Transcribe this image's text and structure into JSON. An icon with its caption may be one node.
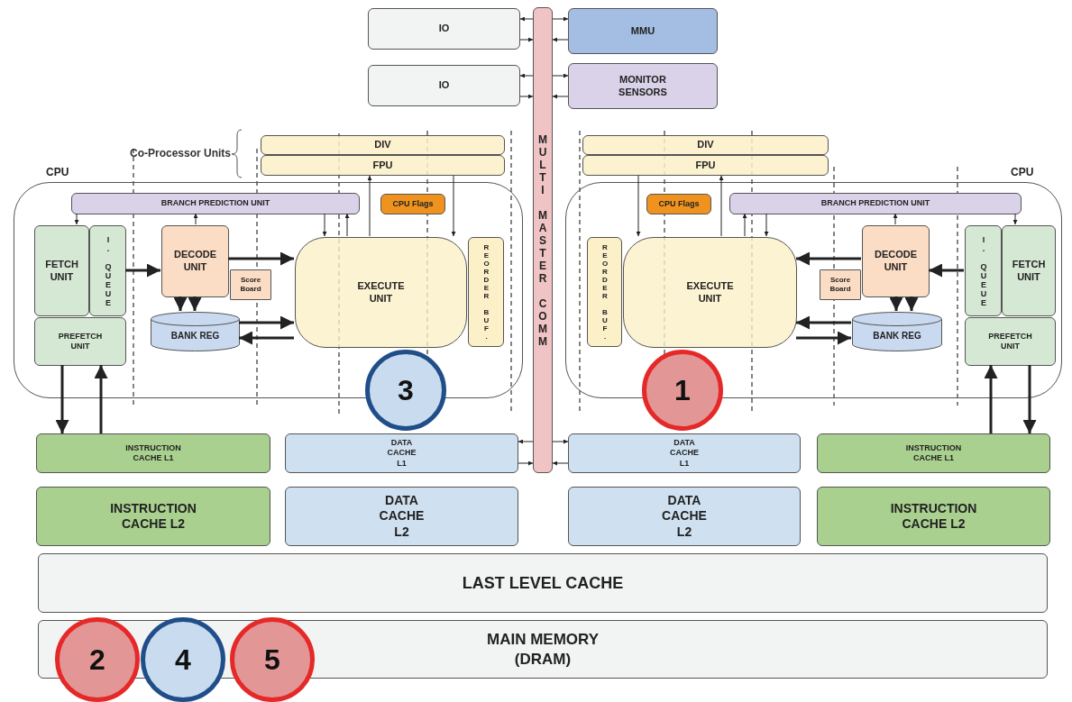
{
  "diagram": {
    "nodes": [
      {
        "text": [
          "IO"
        ]
      },
      {
        "text": [
          "MMU"
        ]
      },
      {
        "text": [
          "IO"
        ]
      },
      {
        "text": [
          "MONITOR SENSORS"
        ]
      },
      {
        "text": [
          "MULTI MASTER COMM"
        ]
      },
      {
        "text": [
          "DIV"
        ]
      },
      {
        "text": [
          "FPU"
        ]
      },
      {
        "text": [
          "CPU"
        ]
      },
      {
        "text": [
          "BRANCH PREDICTION UNIT"
        ],
        "in": 7
      },
      {
        "text": [
          "CPU Flags"
        ],
        "in": 7
      },
      {
        "text": [
          "FETCH UNIT"
        ],
        "in": 7
      },
      {
        "text": [
          "I. QUEUE"
        ],
        "in": 7
      },
      {
        "text": [
          "PREFETCH UNIT"
        ],
        "in": 7
      },
      {
        "text": [
          "DECODE UNIT"
        ],
        "in": 7
      },
      {
        "text": [
          "Score Board"
        ],
        "in": 7
      },
      {
        "text": [
          "BANK REG"
        ],
        "in": 7
      },
      {
        "text": [
          "EXECUTE UNIT"
        ],
        "in": 7
      },
      {
        "text": [
          "REORDER BUF."
        ],
        "in": 7
      },
      {
        "text": [
          "INSTRUCTION CACHE L1"
        ]
      },
      {
        "text": [
          "DATA CACHE L1"
        ]
      },
      {
        "text": [
          "INSTRUCTION CACHE L2"
        ]
      },
      {
        "text": [
          "DATA CACHE L2"
        ]
      },
      {
        "text": [
          "DIV"
        ]
      },
      {
        "text": [
          "FPU"
        ]
      },
      {
        "text": [
          "CPU"
        ]
      },
      {
        "text": [
          "CPU Flags"
        ],
        "in": 24
      },
      {
        "text": [
          "BRANCH PREDICTION UNIT"
        ],
        "in": 24
      },
      {
        "text": [
          "REORDER BUF."
        ],
        "in": 24
      },
      {
        "text": [
          "EXECUTE UNIT"
        ],
        "in": 24
      },
      {
        "text": [
          "DECODE UNIT"
        ],
        "in": 24
      },
      {
        "text": [
          "Score Board"
        ],
        "in": 24
      },
      {
        "text": [
          "BANK REG"
        ],
        "in": 24
      },
      {
        "text": [
          "I. QUEUE"
        ],
        "in": 24
      },
      {
        "text": [
          "FETCH UNIT"
        ],
        "in": 24
      },
      {
        "text": [
          "PREFETCH UNIT"
        ],
        "in": 24
      },
      {
        "text": [
          "DATA CACHE L1"
        ]
      },
      {
        "text": [
          "INSTRUCTION CACHE L1"
        ]
      },
      {
        "text": [
          "DATA CACHE L2"
        ]
      },
      {
        "text": [
          "INSTRUCTION CACHE L2"
        ]
      },
      {
        "text": [
          "LAST LEVEL CACHE"
        ]
      },
      {
        "text": [
          "MAIN MEMORY (DRAM)"
        ]
      },
      {
        "text": [
          "3"
        ]
      },
      {
        "text": [
          "1"
        ]
      },
      {
        "text": [
          "2"
        ]
      },
      {
        "text": [
          "4"
        ]
      },
      {
        "text": [
          "5"
        ]
      }
    ],
    "edges": [
      {
        "from": 4,
        "to": 0,
        "arrow": "to"
      },
      {
        "from": 0,
        "to": 4,
        "arrow": "to"
      },
      {
        "from": 4,
        "to": 2,
        "arrow": "to"
      },
      {
        "from": 2,
        "to": 4,
        "arrow": "to"
      },
      {
        "from": 4,
        "to": 1,
        "arrow": "to"
      },
      {
        "from": 1,
        "to": 4,
        "arrow": "to"
      },
      {
        "from": 4,
        "to": 3,
        "arrow": "to"
      },
      {
        "from": 3,
        "to": 4,
        "arrow": "to"
      },
      {
        "from": 8,
        "to": 10,
        "arrow": "to"
      },
      {
        "from": 13,
        "to": 8,
        "arrow": "to"
      },
      {
        "from": 8,
        "to": 16,
        "arrow": "to"
      },
      {
        "from": 16,
        "to": 8,
        "arrow": "to"
      },
      {
        "from": 16,
        "to": 6,
        "arrow": "to"
      },
      {
        "from": 6,
        "to": 16,
        "arrow": "to"
      },
      {
        "from": 11,
        "to": 13,
        "arrow": "to",
        "style": "thick"
      },
      {
        "from": 13,
        "to": 16,
        "arrow": "to",
        "style": "thick"
      },
      {
        "from": 13,
        "to": 15,
        "arrow": "to",
        "style": "thick"
      },
      {
        "from": 13,
        "to": 15,
        "arrow": "to",
        "style": "thick"
      },
      {
        "from": 15,
        "to": 16,
        "arrow": "to",
        "style": "thick"
      },
      {
        "from": 16,
        "to": 15,
        "arrow": "to",
        "style": "thick"
      },
      {
        "from": 12,
        "to": 18,
        "arrow": "to",
        "style": "thick"
      },
      {
        "from": 18,
        "to": 12,
        "arrow": "to",
        "style": "thick"
      },
      {
        "from": 4,
        "to": 19,
        "arrow": "to"
      },
      {
        "from": 19,
        "to": 4,
        "arrow": "to"
      },
      {
        "from": 26,
        "to": 33,
        "arrow": "to"
      },
      {
        "from": 29,
        "to": 26,
        "arrow": "to"
      },
      {
        "from": 28,
        "to": 26,
        "arrow": "to"
      },
      {
        "from": 26,
        "to": 28,
        "arrow": "to"
      },
      {
        "from": 23,
        "to": 28,
        "arrow": "to"
      },
      {
        "from": 28,
        "to": 23,
        "arrow": "to"
      },
      {
        "from": 32,
        "to": 29,
        "arrow": "to",
        "style": "thick"
      },
      {
        "from": 29,
        "to": 28,
        "arrow": "to",
        "style": "thick"
      },
      {
        "from": 29,
        "to": 31,
        "arrow": "to",
        "style": "thick"
      },
      {
        "from": 29,
        "to": 31,
        "arrow": "to",
        "style": "thick"
      },
      {
        "from": 31,
        "to": 28,
        "arrow": "to",
        "style": "thick"
      },
      {
        "from": 28,
        "to": 31,
        "arrow": "to",
        "style": "thick"
      },
      {
        "from": 36,
        "to": 34,
        "arrow": "to",
        "style": "thick"
      },
      {
        "from": 34,
        "to": 36,
        "arrow": "to",
        "style": "thick"
      },
      {
        "from": 4,
        "to": 35,
        "arrow": "to"
      },
      {
        "from": 35,
        "to": 4,
        "arrow": "to"
      }
    ],
    "labels": [
      "Co-Processor Units"
    ]
  }
}
